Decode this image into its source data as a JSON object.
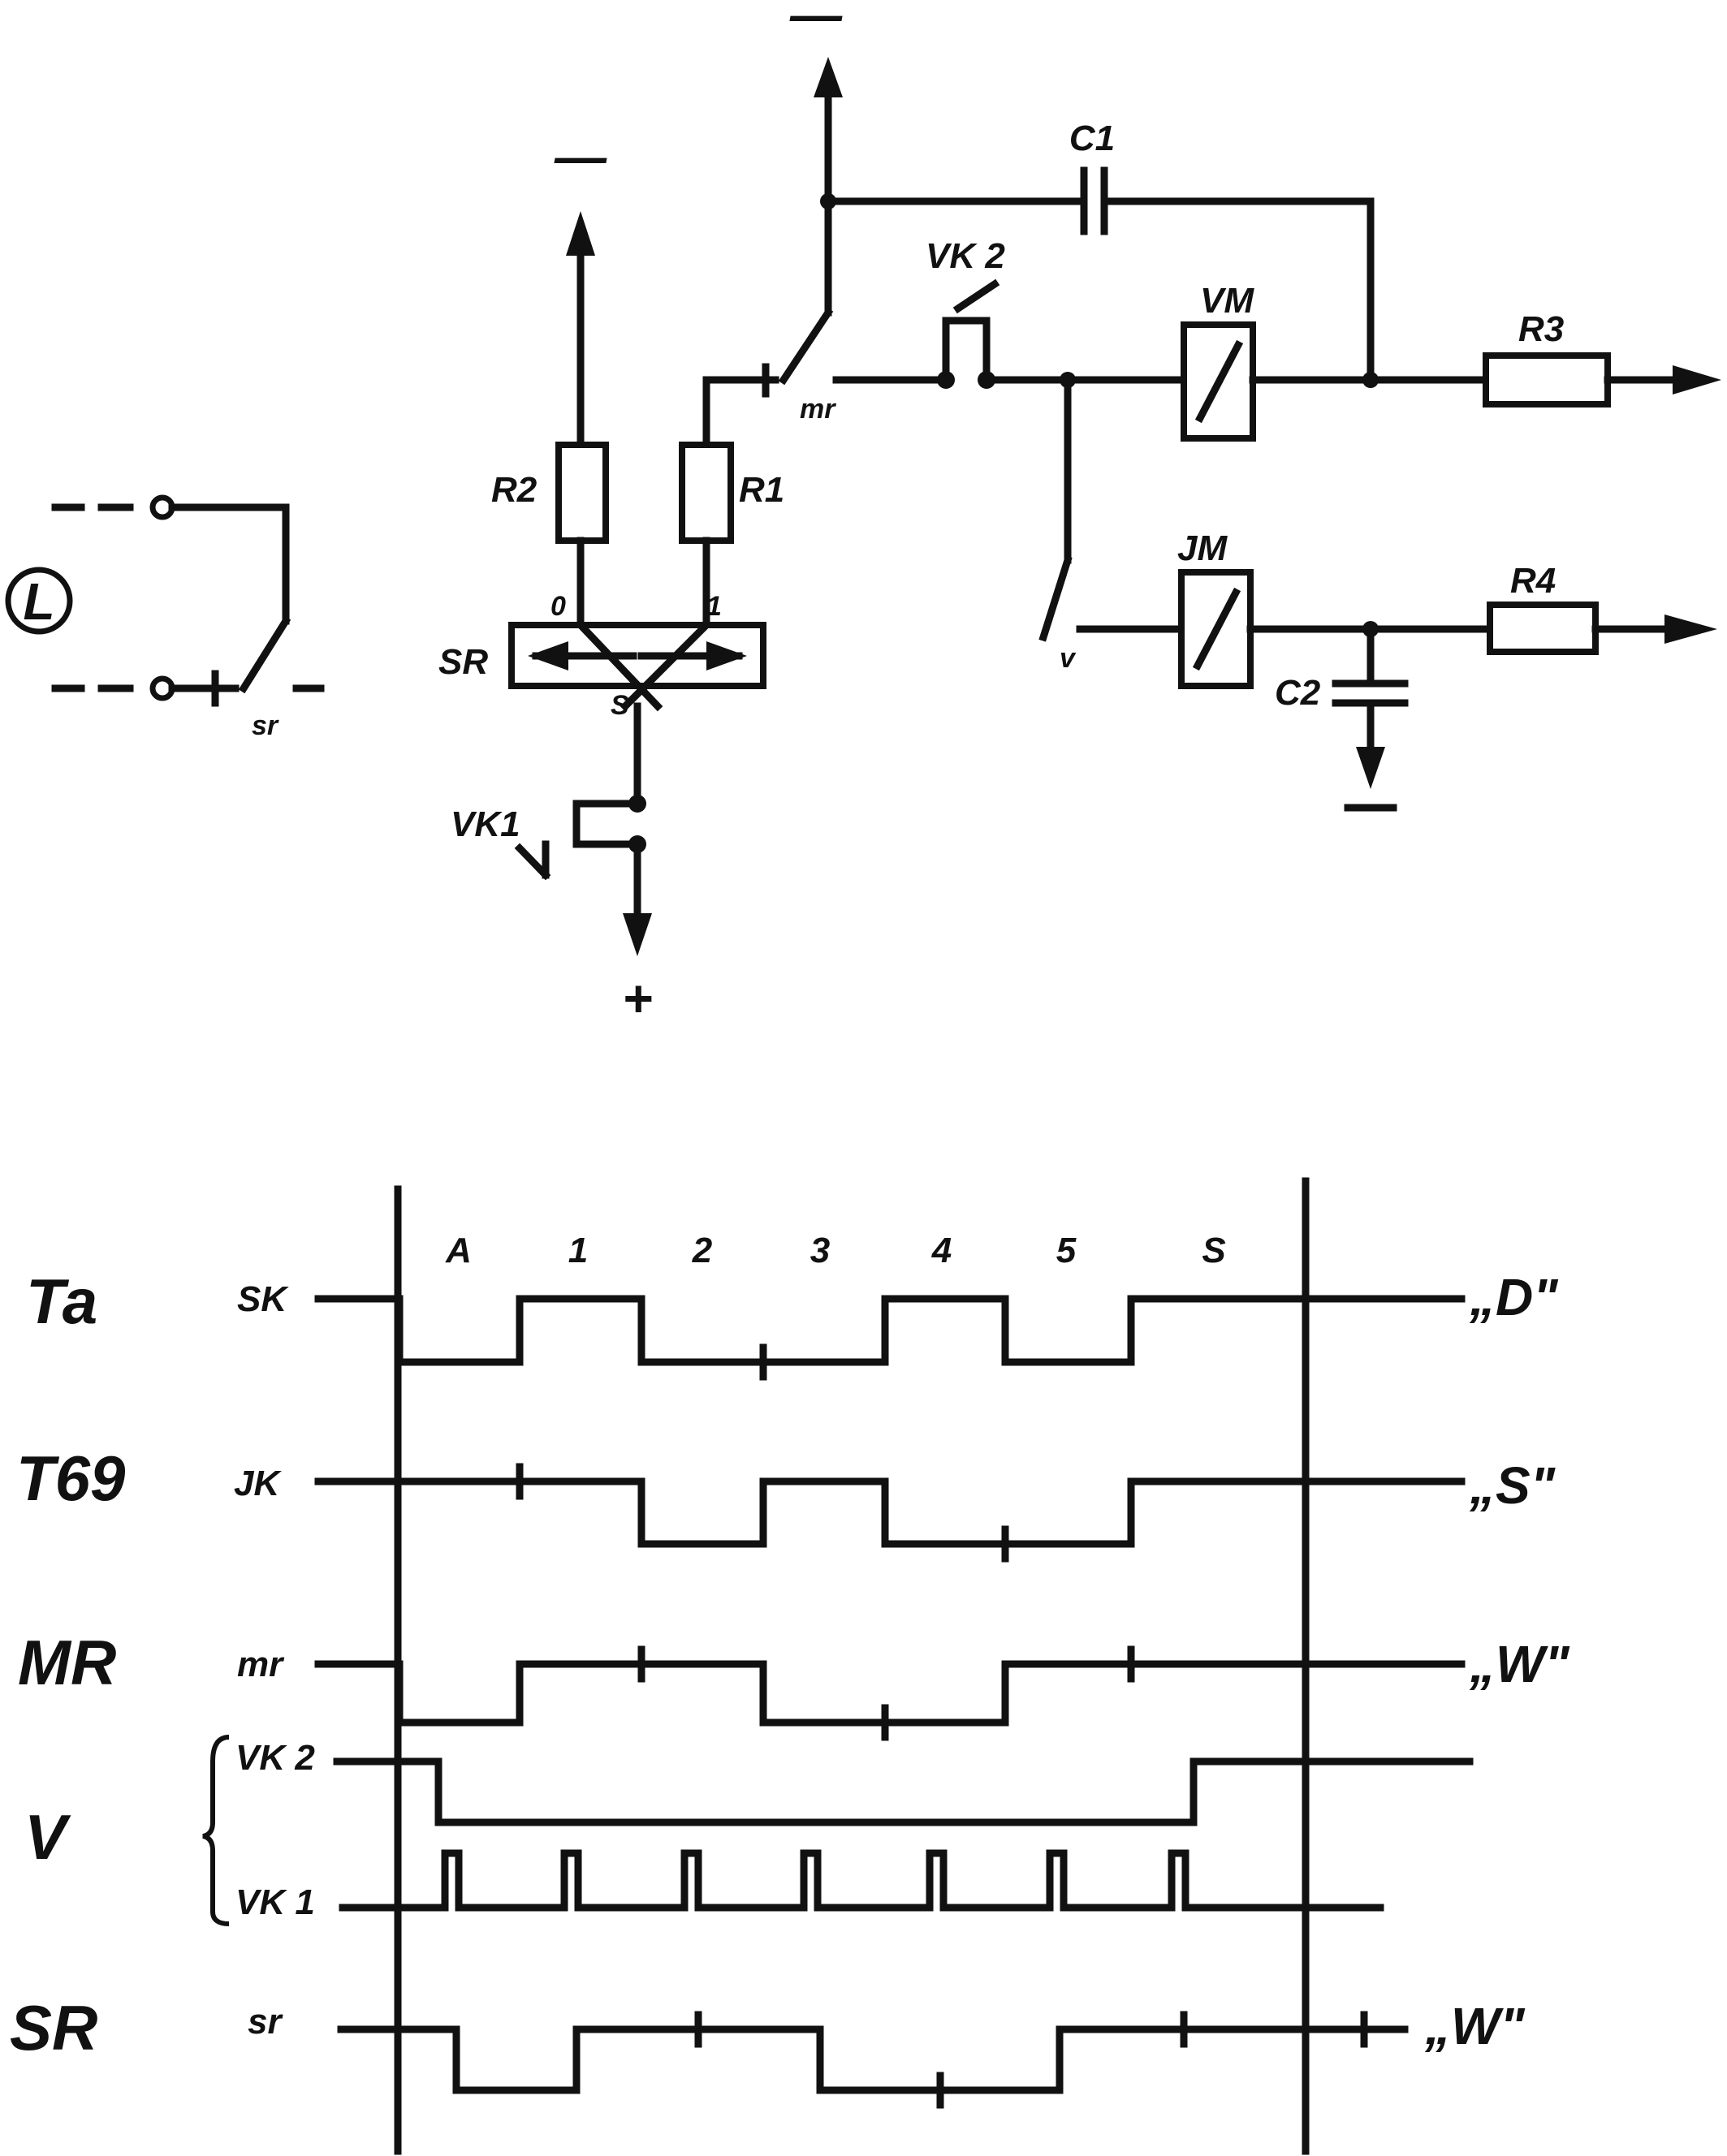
{
  "circuit": {
    "supply_minus_top": "—",
    "supply_minus_left": "—",
    "supply_plus": "+",
    "supply_minus_c2": "—",
    "line_symbol": "L",
    "components": {
      "C1": "C1",
      "VK2": "VK 2",
      "VM": "VM",
      "R3": "R3",
      "R2": "R2",
      "R1": "R1",
      "JM": "JM",
      "R4": "R4",
      "C2": "C2",
      "SR": "SR",
      "VK1": "VK1",
      "contact_mr": "mr",
      "contact_v": "v",
      "contact_sr": "sr",
      "sr_pin_0": "0",
      "sr_pin_1": "1",
      "sr_pin_s": "S"
    }
  },
  "timing": {
    "phases": [
      "A",
      "1",
      "2",
      "3",
      "4",
      "5",
      "S"
    ],
    "rows": [
      {
        "signal": "Ta",
        "contact": "SK",
        "result": "„D\""
      },
      {
        "signal": "T69",
        "contact": "JK",
        "result": "„S\""
      },
      {
        "signal": "MR",
        "contact": "mr",
        "result": "„W\""
      },
      {
        "signal": "V",
        "contact": "VK 2",
        "result": ""
      },
      {
        "signal": "",
        "contact": "VK 1",
        "result": ""
      },
      {
        "signal": "SR",
        "contact": "sr",
        "result": "„W\""
      }
    ]
  }
}
